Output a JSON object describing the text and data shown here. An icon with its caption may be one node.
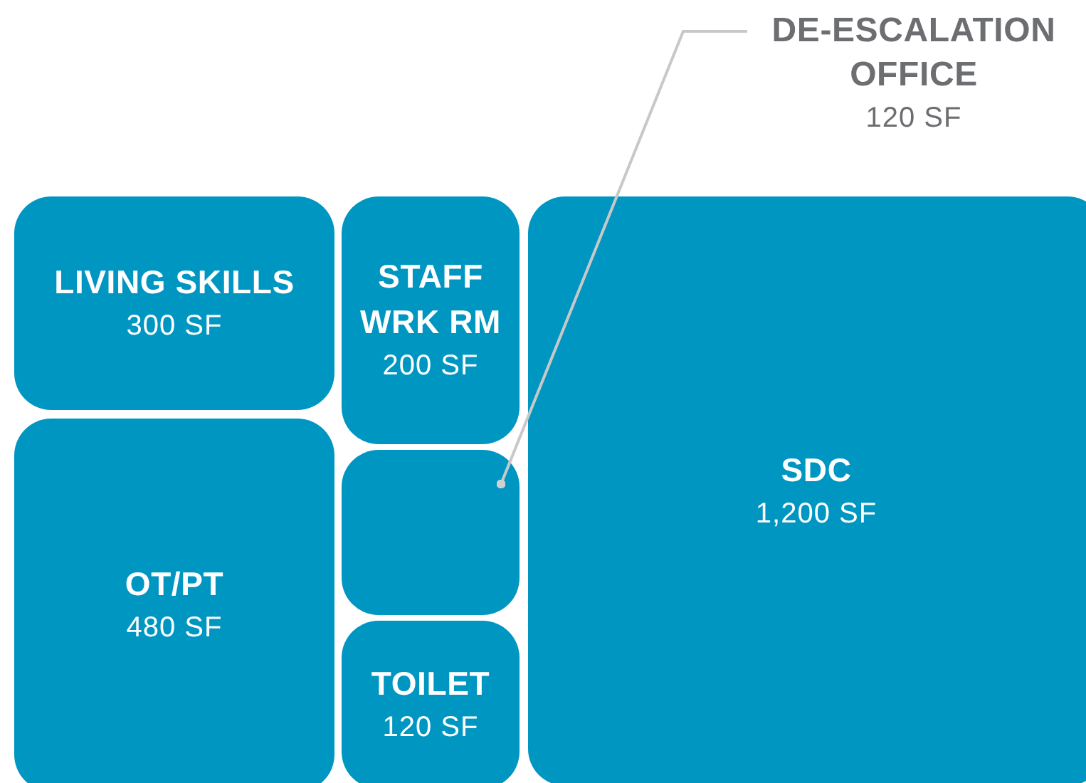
{
  "diagram": {
    "nodes": [
      {
        "text": [
          "DE-ESCALATION OFFICE",
          "120 SF"
        ]
      },
      {
        "text": [
          "LIVING SKILLS",
          "300 SF"
        ]
      },
      {
        "text": [
          "STAFF WRK RM",
          "200 SF"
        ]
      },
      {
        "text": [
          "SDC",
          "1,200 SF"
        ]
      },
      {
        "text": [
          "OT/PT",
          "480 SF"
        ]
      },
      {
        "text": [],
        "shape": "box"
      },
      {
        "text": [
          "TOILET",
          "120 SF"
        ]
      }
    ],
    "edges": [
      {
        "from": 0,
        "to": 5,
        "arrow": "other"
      }
    ]
  }
}
